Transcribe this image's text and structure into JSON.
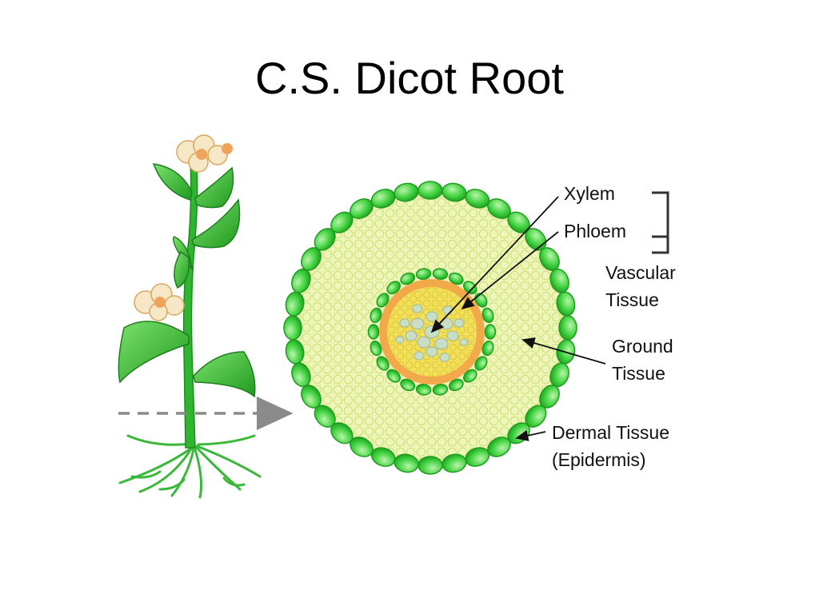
{
  "slide": {
    "title": "C.S. Dicot Root"
  },
  "labels": {
    "xylem": "Xylem",
    "phloem": "Phloem",
    "vascular_line1": "Vascular",
    "vascular_line2": "Tissue",
    "ground_line1": "Ground",
    "ground_line2": "Tissue",
    "dermal_line1": "Dermal Tissue",
    "dermal_line2": "(Epidermis)"
  },
  "colors": {
    "epidermis": "#3fd13f",
    "epidermis_edge": "#1e9c1e",
    "cortex": "#eef5b8",
    "cortex_cell": "#cfe27a",
    "stele_ring": "#4fd64f",
    "phloem": "#f2a94a",
    "xylem_zone": "#f1e05a",
    "xylem_vessel": "#c8dfc6",
    "leaf": "#2fb52f",
    "flower": "#f6e7c6",
    "flower_center": "#f0a35a"
  }
}
